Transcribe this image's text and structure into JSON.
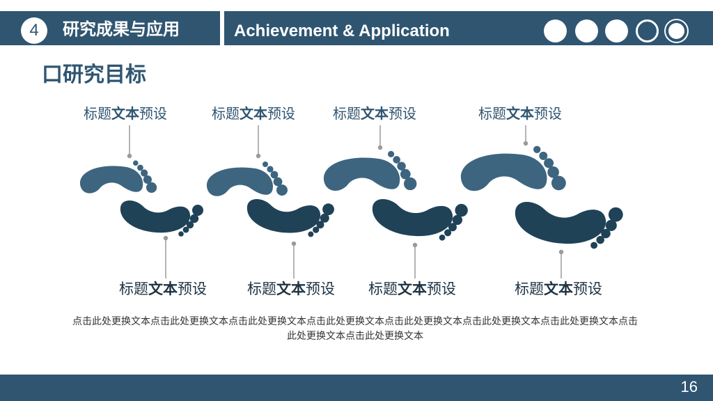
{
  "header": {
    "section_number": "4",
    "title_cn": "研究成果与应用",
    "title_en": "Achievement & Application"
  },
  "section_title": "口研究目标",
  "top_labels": [
    {
      "pre": "标题",
      "bold": "文本",
      "post": "预设"
    },
    {
      "pre": "标题",
      "bold": "文本",
      "post": "预设"
    },
    {
      "pre": "标题",
      "bold": "文本",
      "post": "预设"
    },
    {
      "pre": "标题",
      "bold": "文本",
      "post": "预设"
    }
  ],
  "bottom_labels": [
    {
      "pre": "标题",
      "bold": "文本",
      "post": "预设"
    },
    {
      "pre": "标题",
      "bold": "文本",
      "post": "预设"
    },
    {
      "pre": "标题",
      "bold": "文本",
      "post": "预设"
    },
    {
      "pre": "标题",
      "bold": "文本",
      "post": "预设"
    }
  ],
  "description": "点击此处更换文本点击此处更换文本点击此处更换文本点击此处更换文本点击此处更换文本点击此处更换文本点击此处更换文本点击此处更换文本点击此处更换文本",
  "page_number": "16",
  "colors": {
    "primary": "#2f5571",
    "foot_light": "#3d6580",
    "foot_dark": "#1f4257"
  }
}
